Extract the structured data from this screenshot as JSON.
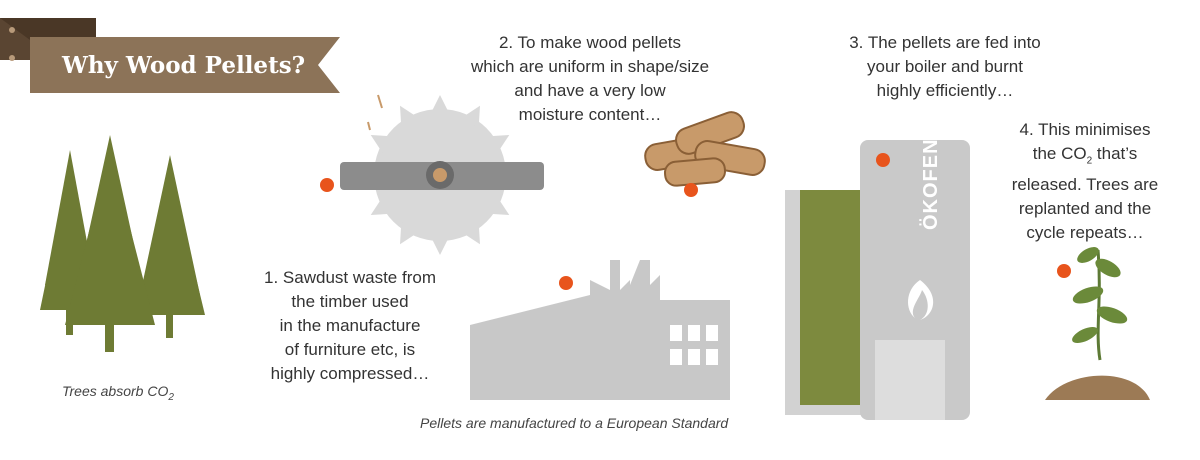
{
  "title": "Why Wood Pellets?",
  "steps": {
    "step1": [
      "1. Sawdust waste from",
      "the timber used",
      "in the manufacture",
      "of furniture etc, is",
      "highly compressed…"
    ],
    "step2": [
      "2. To make wood pellets",
      "which are uniform in shape/size",
      "and have a very low",
      "moisture content…"
    ],
    "step3": [
      "3. The pellets are fed into",
      "your boiler and burnt",
      "highly efficiently…"
    ],
    "step4": {
      "line1": "4. This minimises",
      "line2_pre": "the CO",
      "line2_sub": "2",
      "line2_post": " that’s",
      "line3": "released. Trees are",
      "line4": "replanted and the",
      "line5": "cycle repeats…"
    }
  },
  "captions": {
    "trees_pre": "Trees absorb CO",
    "trees_sub": "2",
    "pellets": "Pellets are manufactured to a European Standard"
  },
  "boiler_brand": "ÖKOFEN",
  "colors": {
    "ribbon": "#8c7358",
    "ribbon_dark": "#5a4532",
    "tree": "#6e7b34",
    "machine_grey": "#c8c8c8",
    "accent_dot": "#e8541c",
    "pellet": "#c89a6a"
  },
  "icons": [
    "ribbon-banner",
    "tree-icon",
    "saw-blade-icon",
    "wood-pellets-icon",
    "factory-icon",
    "boiler-icon",
    "flame-icon",
    "seedling-icon"
  ]
}
